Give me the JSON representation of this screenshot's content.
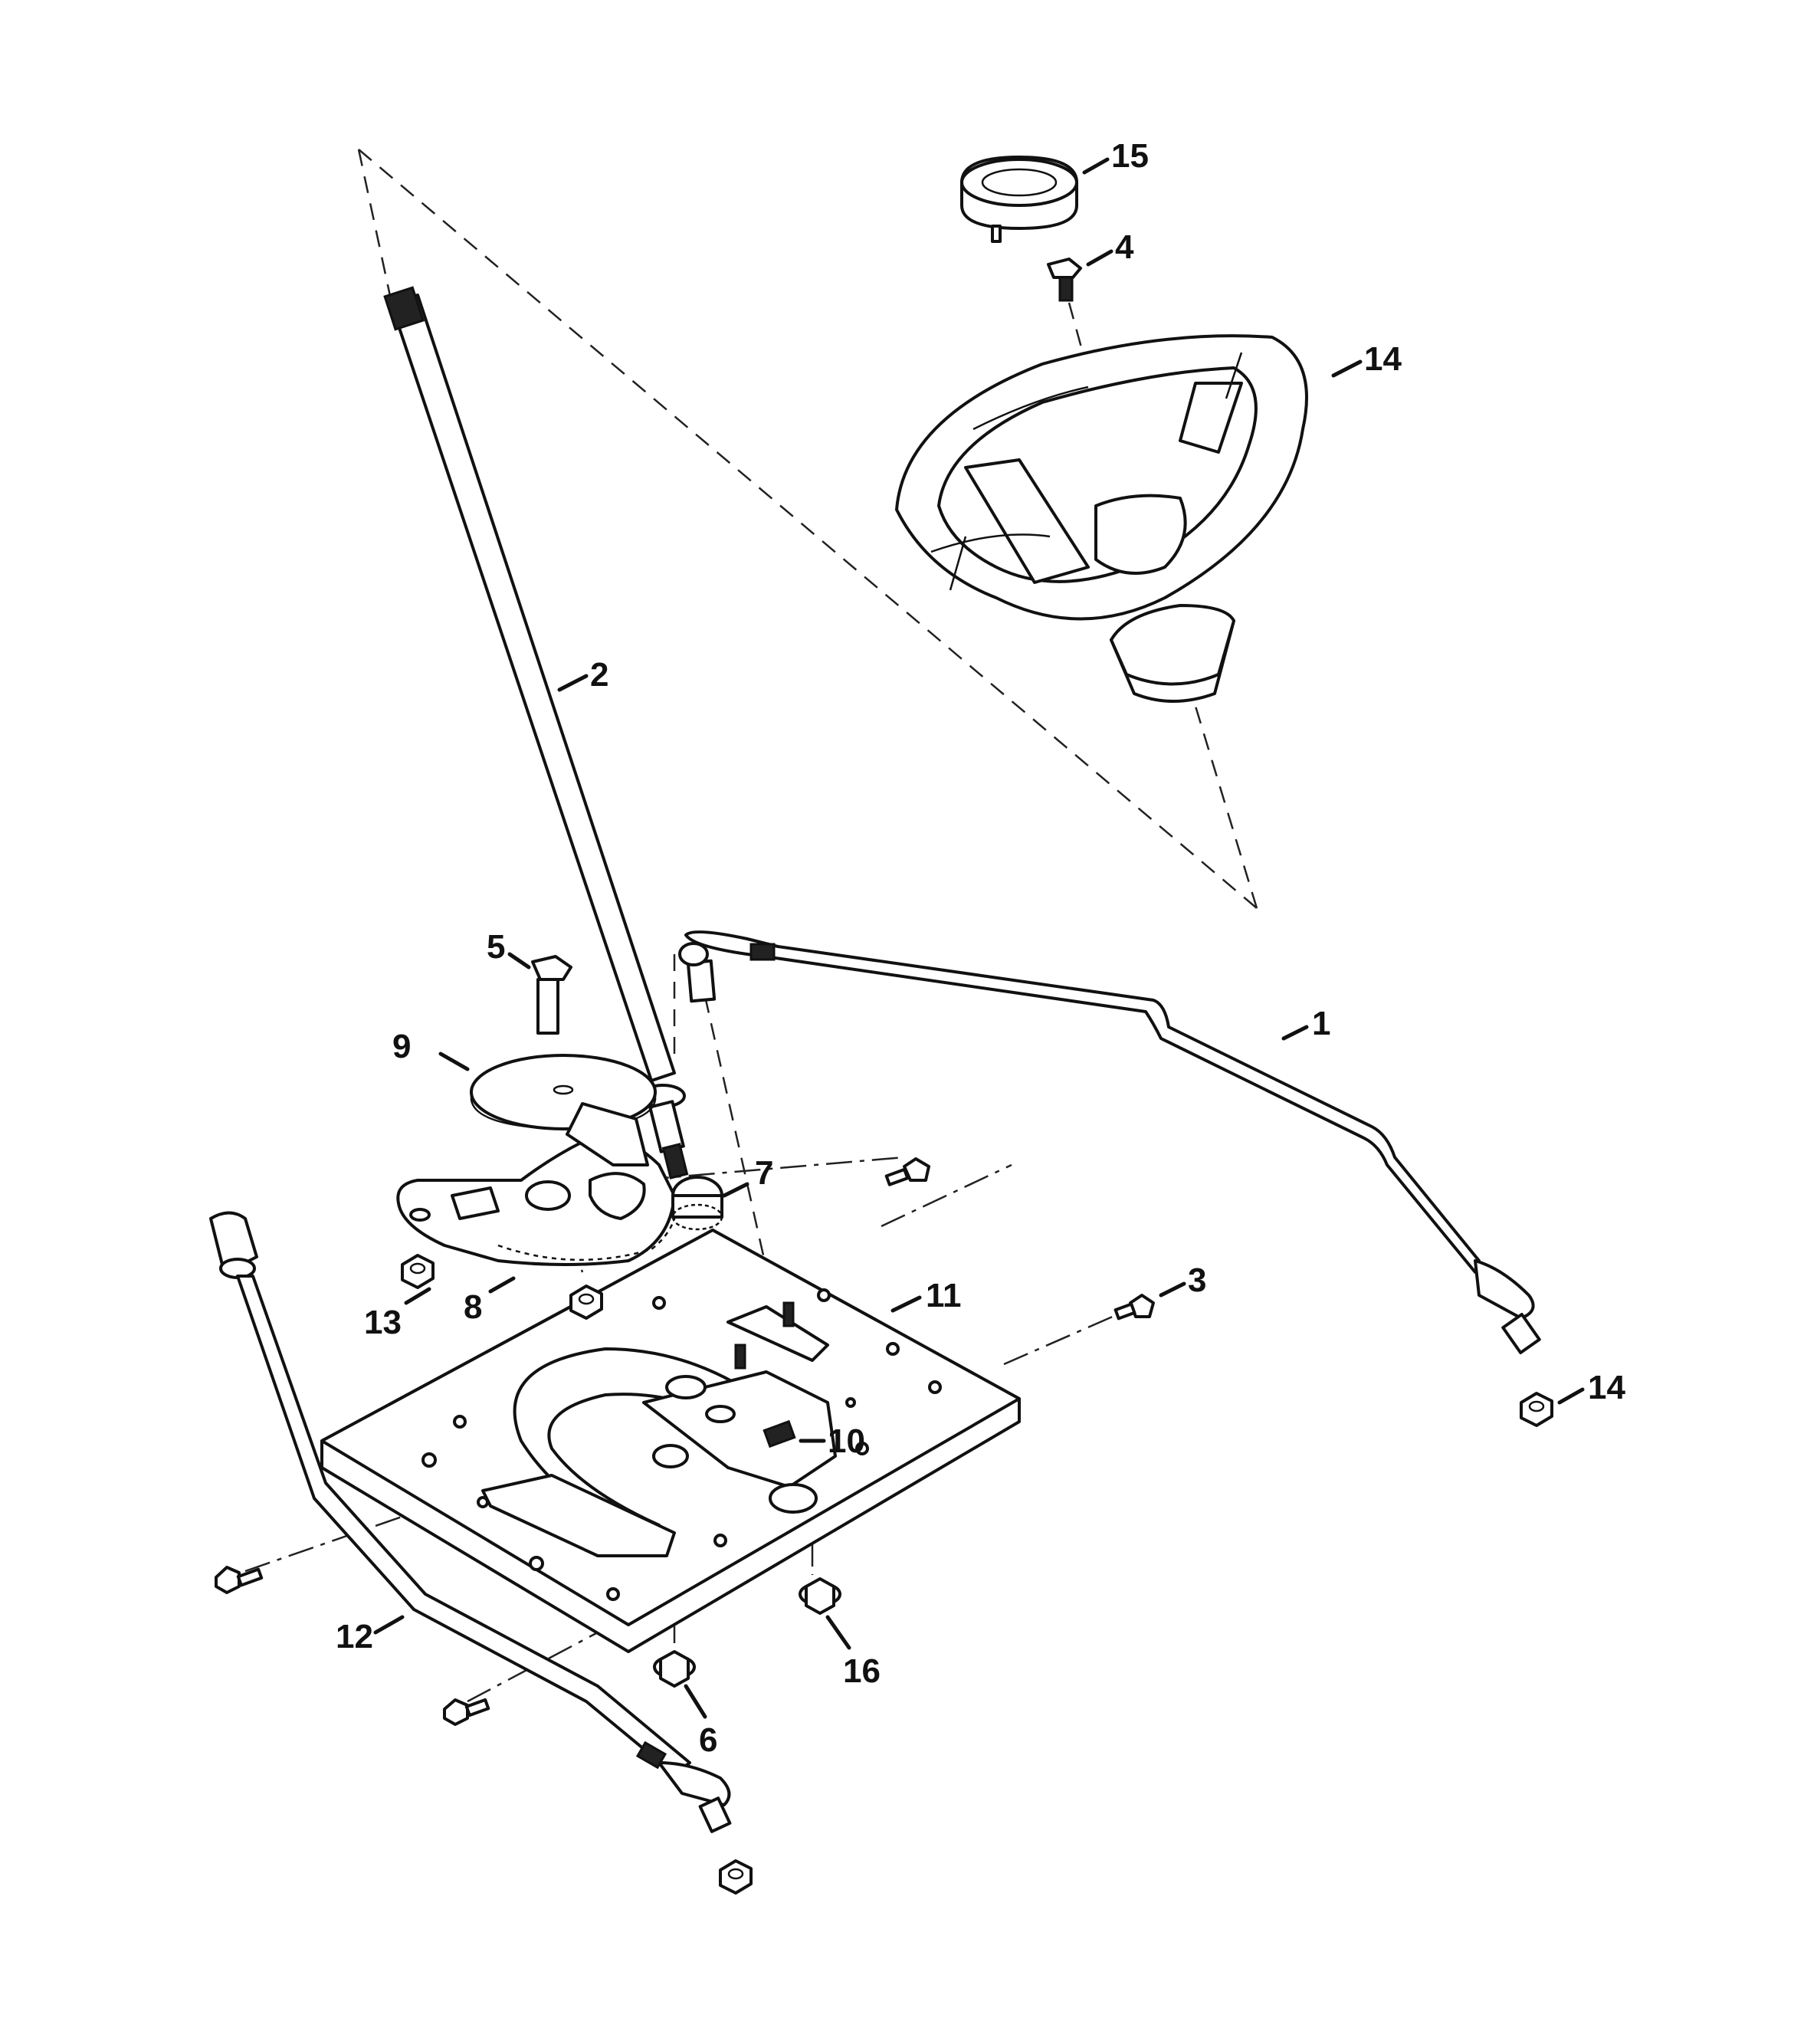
{
  "callouts": {
    "c1": "1",
    "c2": "2",
    "c3": "3",
    "c4": "4",
    "c5": "5",
    "c6": "6",
    "c7": "7",
    "c8": "8",
    "c9": "9",
    "c10": "10",
    "c11": "11",
    "c12": "12",
    "c13": "13",
    "c14_wheel": "14",
    "c14_nut": "14",
    "c15": "15",
    "c16": "16"
  }
}
